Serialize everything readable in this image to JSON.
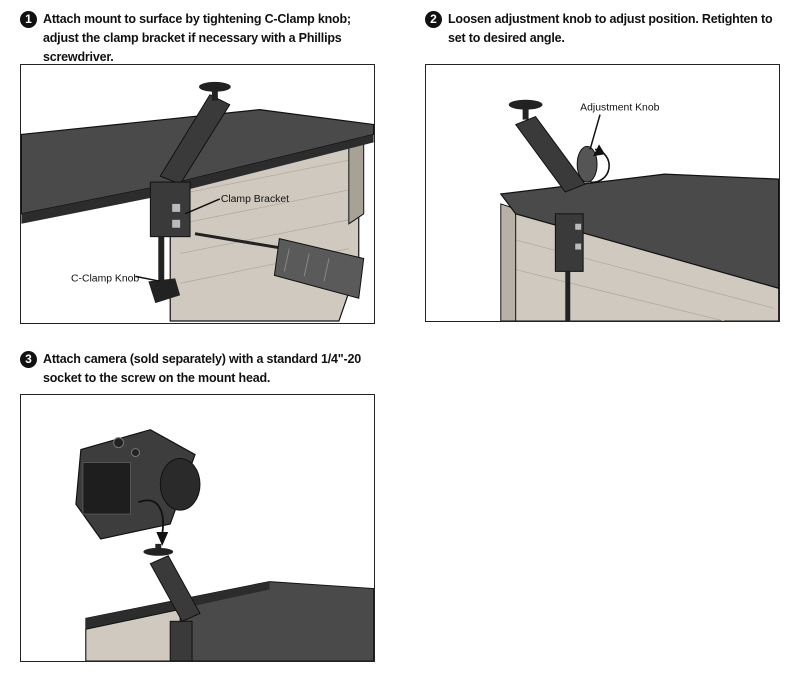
{
  "steps": [
    {
      "number": "1",
      "caption": "Attach mount to surface by tightening C-Clamp knob; adjust the clamp bracket if necessary with a Phillips screwdriver.",
      "callouts": {
        "clamp_bracket": "Clamp Bracket",
        "c_clamp_knob": "C-Clamp Knob"
      }
    },
    {
      "number": "2",
      "caption": "Loosen adjustment knob to adjust position. Retighten to set to desired angle.",
      "callouts": {
        "adjustment_knob": "Adjustment Knob"
      }
    },
    {
      "number": "3",
      "caption": "Attach camera (sold separately) with a standard 1/4\"-20 socket to the screw on the mount head."
    }
  ],
  "colors": {
    "tabletop": "#4a4a4a",
    "wood": "#cfc9bf",
    "metal": "#333333",
    "outline": "#111111"
  }
}
